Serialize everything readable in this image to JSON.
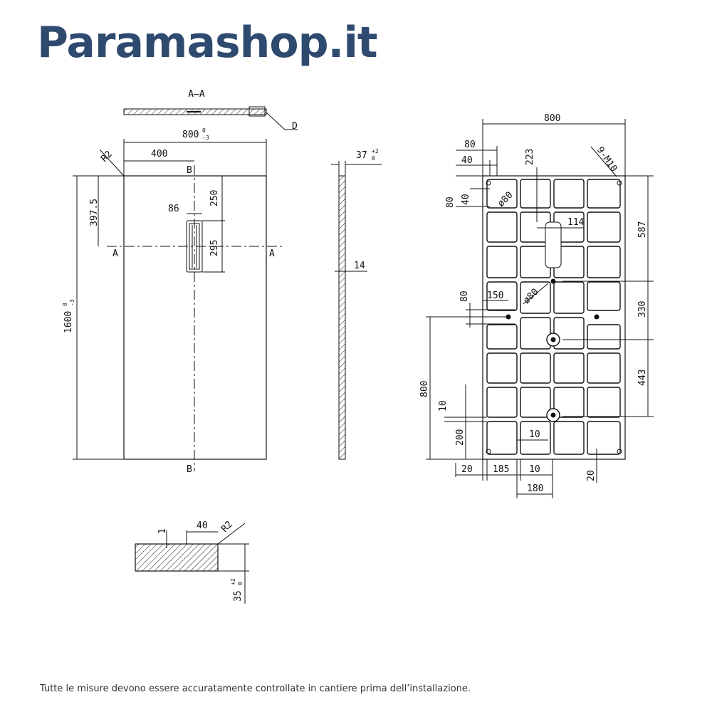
{
  "brand": {
    "name": "Paramashop.it",
    "color": "#2f4a6f"
  },
  "footer": {
    "note": "Tutte le misure devono essere accuratamente controllate in cantiere prima dell’installazione."
  },
  "section_label": "A–A",
  "detail_label": "D",
  "top_view": {
    "section_letter_a": "A",
    "section_letter_b": "B",
    "width": "800",
    "width_tol": "0",
    "width_tol_low": "-3",
    "length": "1600",
    "length_tol": "0",
    "length_tol_low": "-3",
    "half_width": "400",
    "drain_pos": "397.5",
    "radius": "R2",
    "drain_width": "86",
    "drain_offset": "250",
    "drain_length": "295"
  },
  "side_view": {
    "thickness": "37",
    "thickness_tol_up": "+2",
    "thickness_tol_low": "0",
    "inner": "14"
  },
  "bottom_view": {
    "width": "800",
    "d80a": "80",
    "d40a": "40",
    "d223": "223",
    "screws": "9-M10",
    "d80b": "80",
    "d40b": "40",
    "dia80a": "ø80",
    "d114": "114",
    "d587": "587",
    "d80c": "80",
    "d150": "150",
    "dia80b": "ø80",
    "d330": "330",
    "d800": "800",
    "d443": "443",
    "d10a": "10",
    "d200": "200",
    "d10b": "10",
    "d20a": "20",
    "d185": "185",
    "d10c": "10",
    "d180": "180",
    "d20b": "20"
  },
  "detail_view": {
    "d1": "1",
    "d40": "40",
    "radius": "R2",
    "thickness": "35",
    "thickness_tol_up": "+2",
    "thickness_tol_low": "0"
  }
}
